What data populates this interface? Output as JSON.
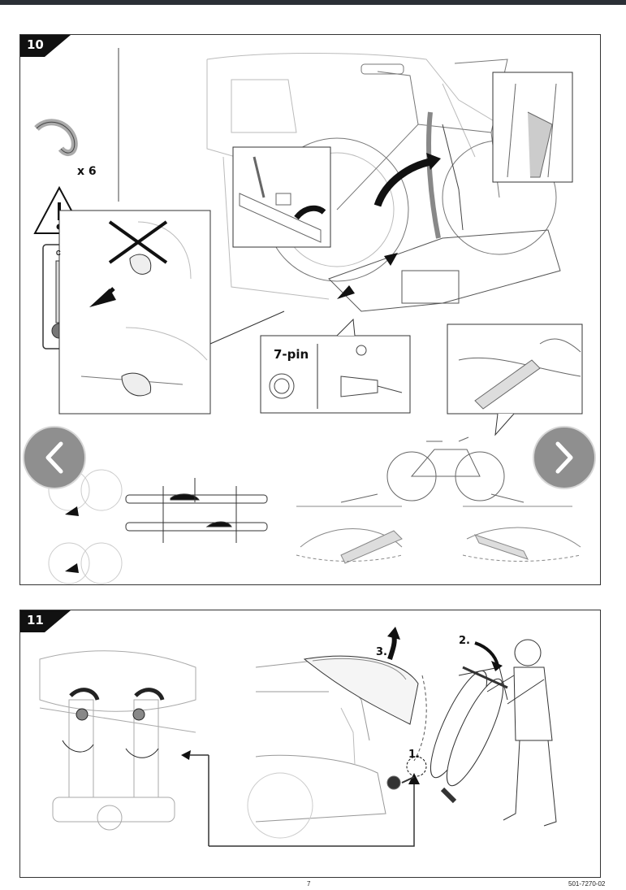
{
  "step10": {
    "number": "10",
    "strap_quantity": "x 6",
    "thermometer_label": "C",
    "connector_label": "7-pin"
  },
  "step11": {
    "number": "11",
    "steps": [
      "1.",
      "2.",
      "3."
    ]
  },
  "navigation": {
    "prev_icon": "chevron-left-icon",
    "next_icon": "chevron-right-icon",
    "button_color": "#8f8f8f"
  },
  "footer": {
    "page_number": "7",
    "document_code": "501-7270-02"
  }
}
